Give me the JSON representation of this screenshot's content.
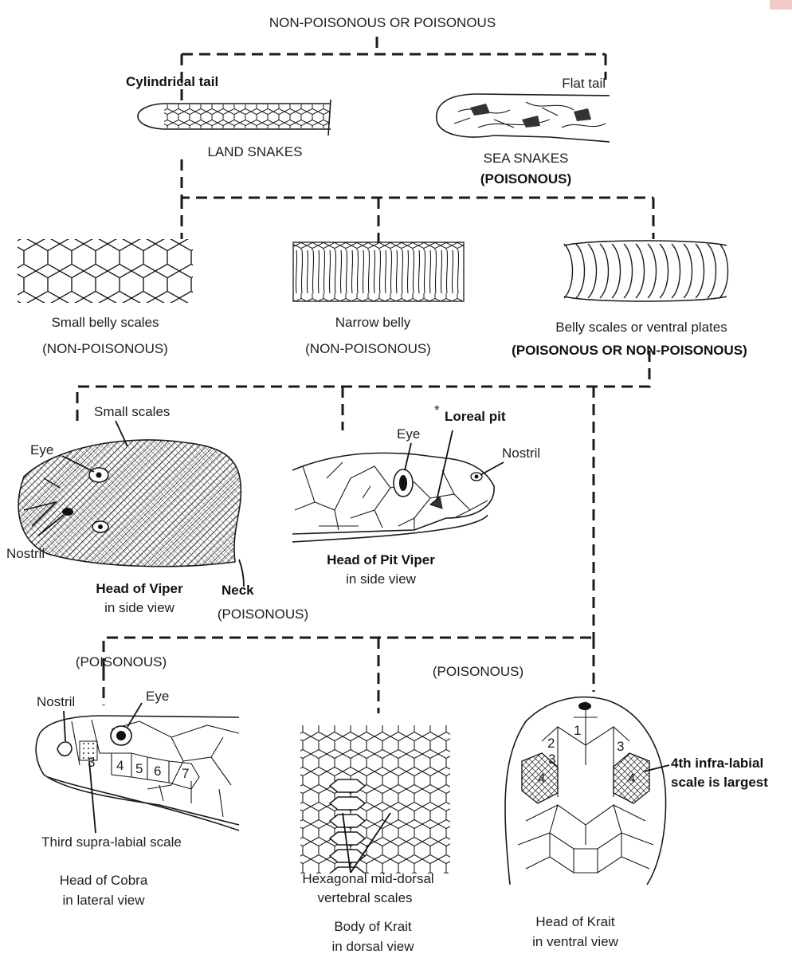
{
  "title": "NON-POISONOUS OR POISONOUS",
  "tail": {
    "cylindrical_label": "Cylindrical tail",
    "flat_label": "Flat tail",
    "land_label": "LAND SNAKES",
    "sea_label": "SEA SNAKES",
    "sea_status": "(POISONOUS)"
  },
  "belly": {
    "small_label": "Small belly scales",
    "small_status": "(NON-POISONOUS)",
    "narrow_label": "Narrow belly",
    "narrow_status": "(NON-POISONOUS)",
    "ventral_label": "Belly scales or ventral plates",
    "ventral_status": "(POISONOUS OR NON-POISONOUS)"
  },
  "viper": {
    "small_scales": "Small scales",
    "eye": "Eye",
    "nostril": "Nostril",
    "neck": "Neck",
    "caption1": "Head of Viper",
    "caption2": "in side view",
    "status": "(POISONOUS)"
  },
  "pit_viper": {
    "eye": "Eye",
    "loreal": "Loreal pit",
    "loreal_mark": "*",
    "nostril": "Nostril",
    "caption1": "Head of Pit Viper",
    "caption2": "in side view"
  },
  "cobra": {
    "status": "(POISONOUS)",
    "nostril": "Nostril",
    "eye": "Eye",
    "scale_numbers": [
      "3",
      "4",
      "5",
      "6",
      "7"
    ],
    "third_scale": "Third supra-labial scale",
    "caption1": "Head of Cobra",
    "caption2": "in lateral view"
  },
  "krait_body": {
    "status": "(POISONOUS)",
    "scales_label1": "Hexagonal mid-dorsal",
    "scales_label2": "vertebral scales",
    "caption1": "Body of Krait",
    "caption2": "in dorsal view"
  },
  "krait_head": {
    "scale_numbers": [
      "1",
      "2",
      "3",
      "3",
      "4",
      "4"
    ],
    "fourth_label1": "4th infra-labial",
    "fourth_label2": "scale is largest",
    "caption1": "Head of Krait",
    "caption2": "in ventral view"
  }
}
